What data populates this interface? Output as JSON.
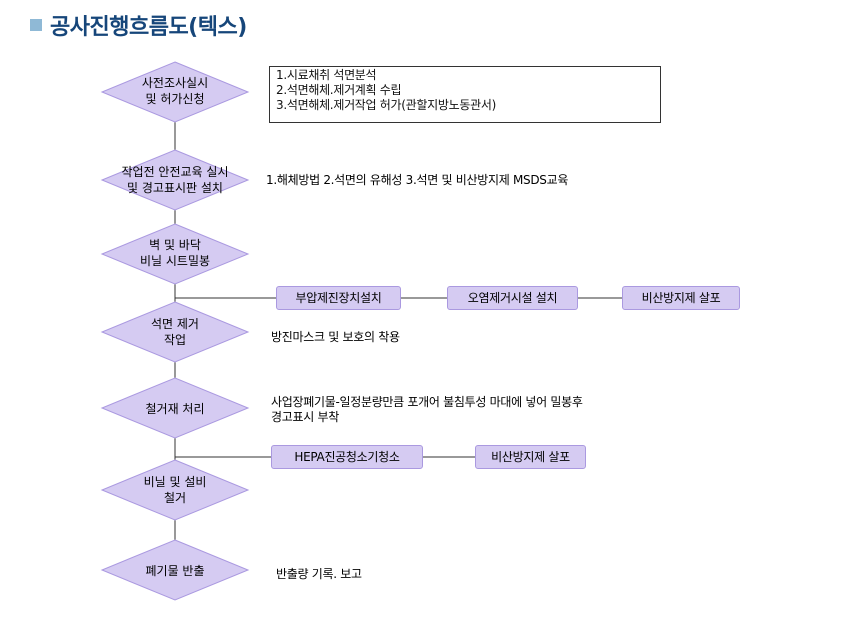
{
  "title": "공사진행흐름도(텍스)",
  "steps": [
    {
      "lines": [
        "사전조사실시",
        "및 허가신청"
      ]
    },
    {
      "lines": [
        "작업전 안전교육 실시",
        "및 경고표시판 설치"
      ]
    },
    {
      "lines": [
        "벽 및 바닥",
        "비닐 시트밀봉"
      ]
    },
    {
      "lines": [
        "석면 제거",
        "작업"
      ]
    },
    {
      "lines": [
        "철거재 처리"
      ]
    },
    {
      "lines": [
        "비닐 및 설비",
        "철거"
      ]
    },
    {
      "lines": [
        "폐기물 반출"
      ]
    }
  ],
  "notes": {
    "permit_box": [
      "1.시료채취 석면분석",
      "2.석면해체.제거계획 수립",
      "3.석면해체.제거작업 허가(관할지방노동관서)"
    ],
    "training": "1.해체방법 2.석면의 유해성 3.석면 및 비산방지제 MSDS교육",
    "removal": "방진마스크 및 보호의 착용",
    "debris": [
      "사업장폐기물-일정분량만큼 포개어 불침투성 마대에 넣어 밀봉후",
      "경고표시 부착"
    ],
    "disposal": "반출량 기록. 보고"
  },
  "branches": {
    "row1": [
      "부압제진장치설치",
      "오염제거시설 설치",
      "비산방지제 살포"
    ],
    "row2": [
      "HEPA진공청소기청소",
      "비산방지제 살포"
    ]
  },
  "colors": {
    "diamond_fill": "#d5cbf2",
    "diamond_stroke": "#aa99e0",
    "title_color": "#16467a",
    "bullet_color": "#8fb9d6"
  }
}
